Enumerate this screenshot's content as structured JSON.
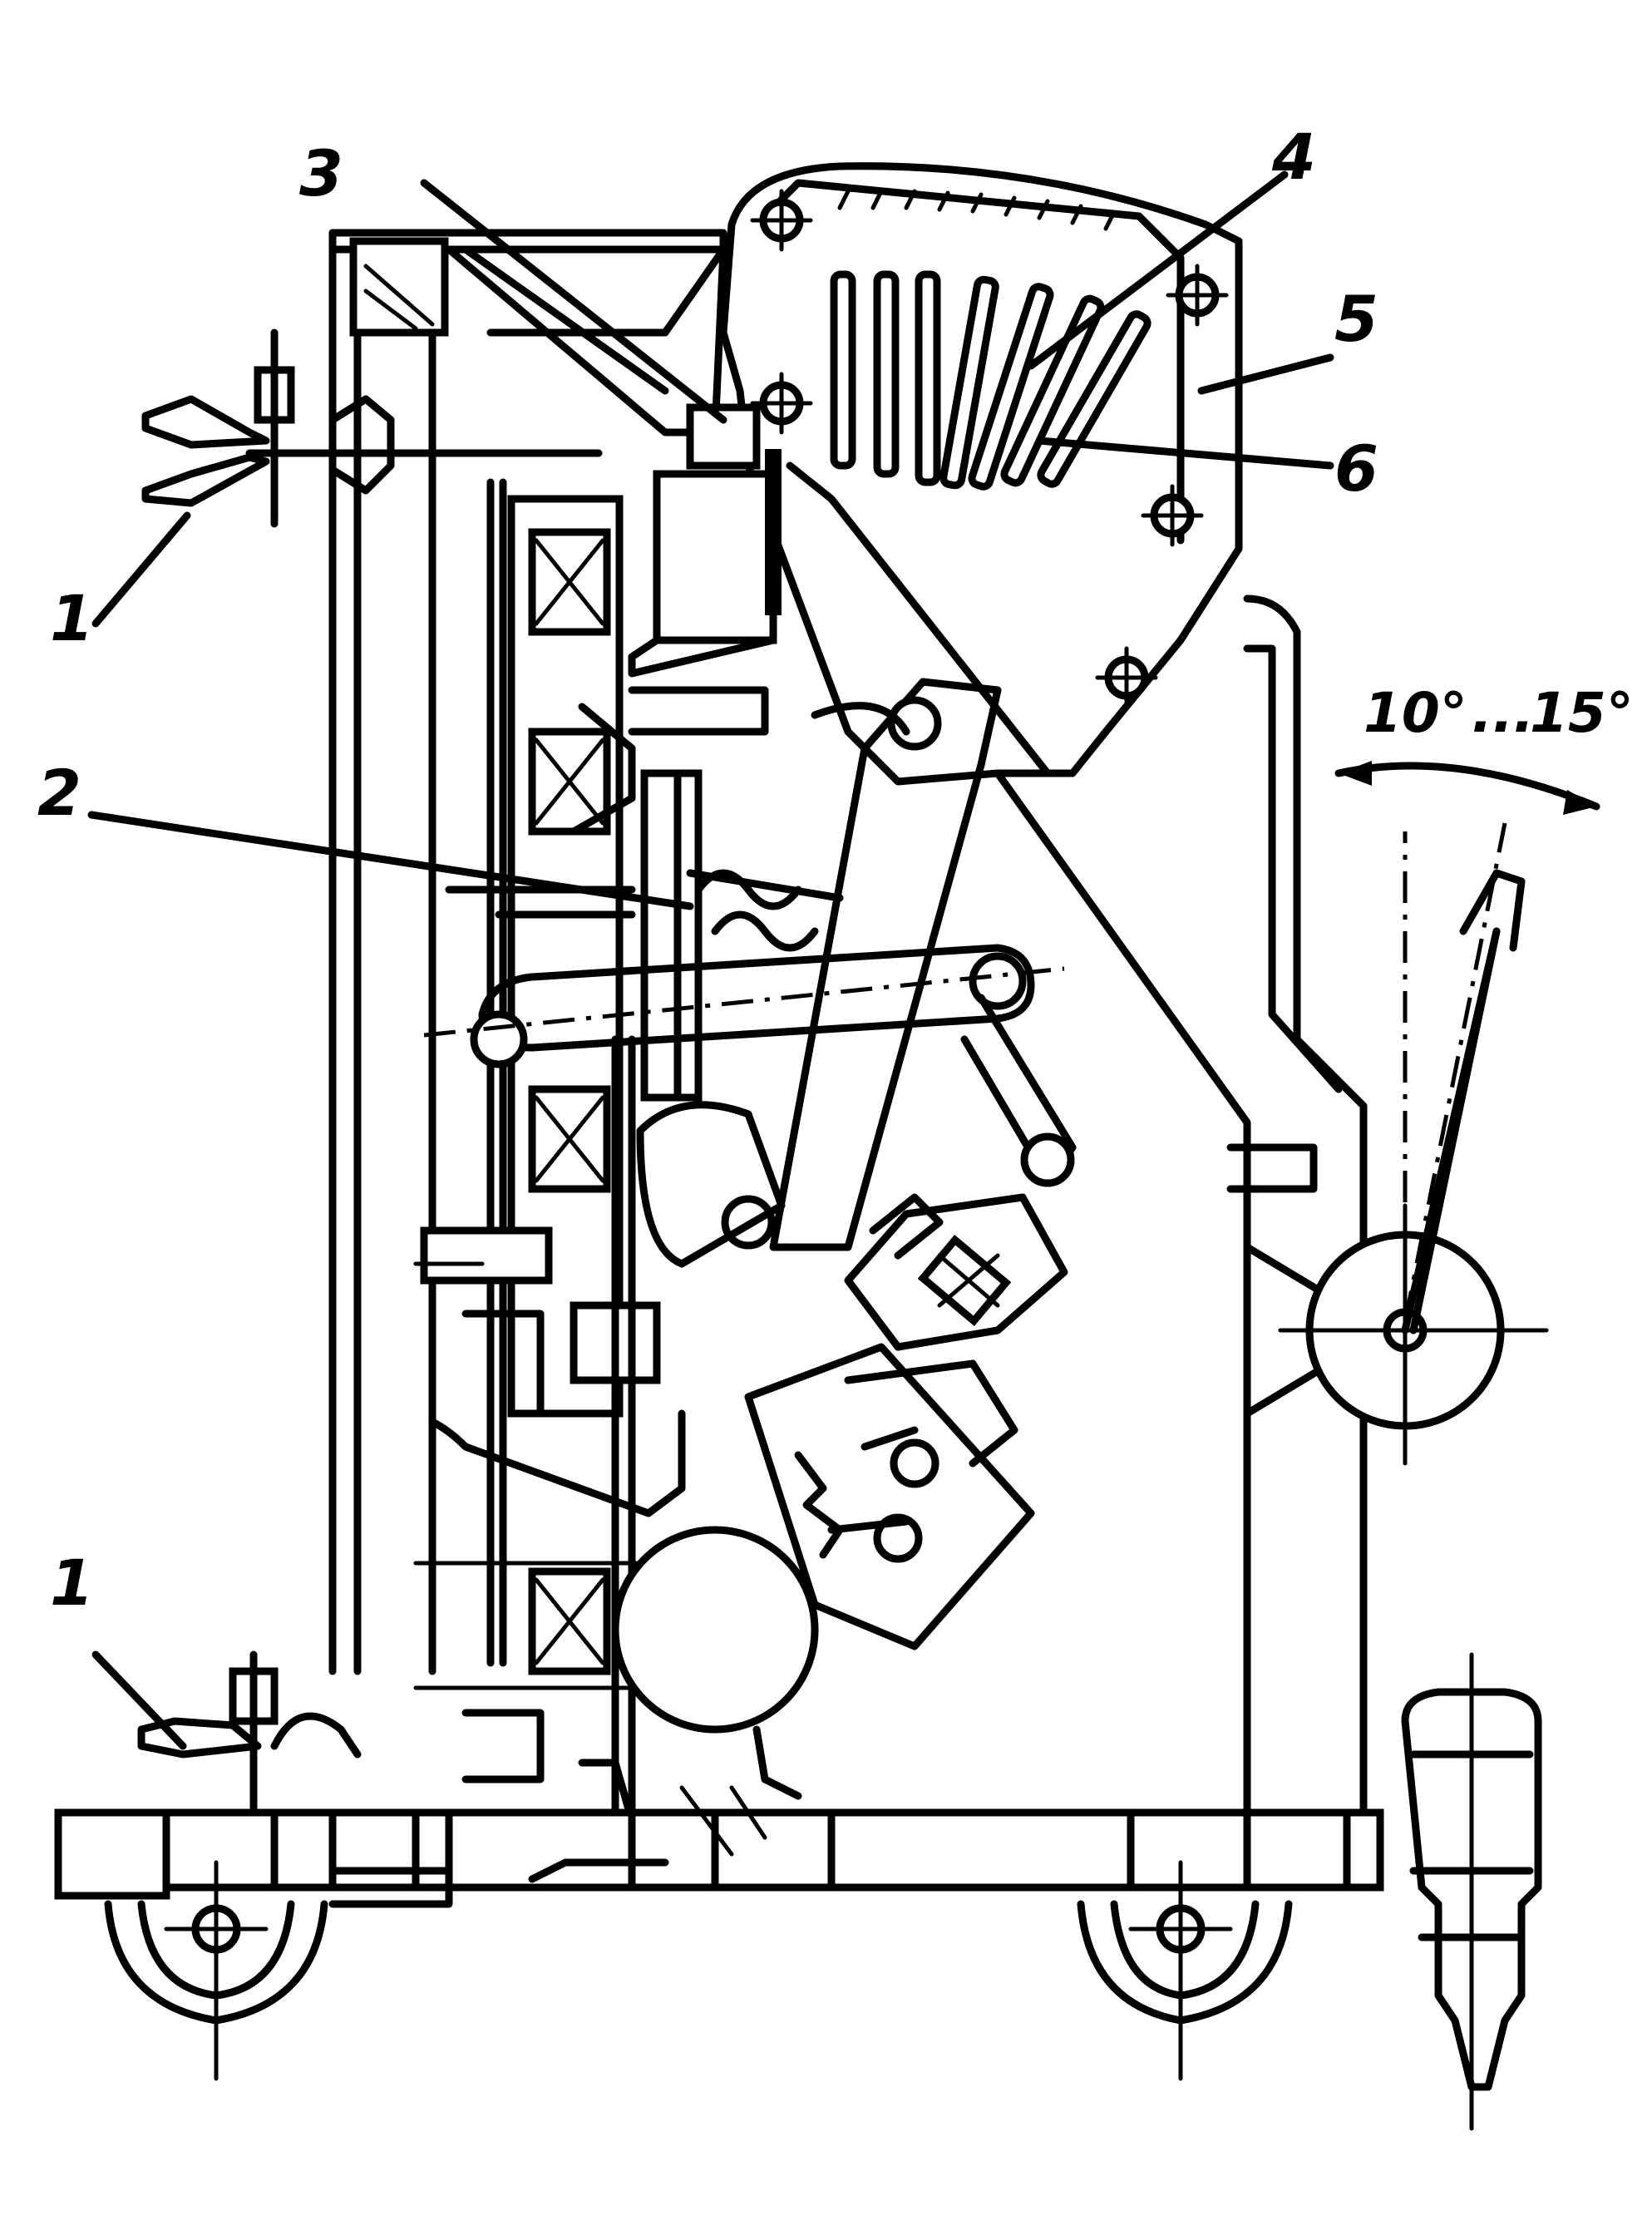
{
  "labels": {
    "l1_top": "1",
    "l1_bottom": "1",
    "l2": "2",
    "l3": "3",
    "l4": "4",
    "l5": "5",
    "l6": "6",
    "angle_a": "10°",
    "angle_sep": "...",
    "angle_b": "15°"
  }
}
